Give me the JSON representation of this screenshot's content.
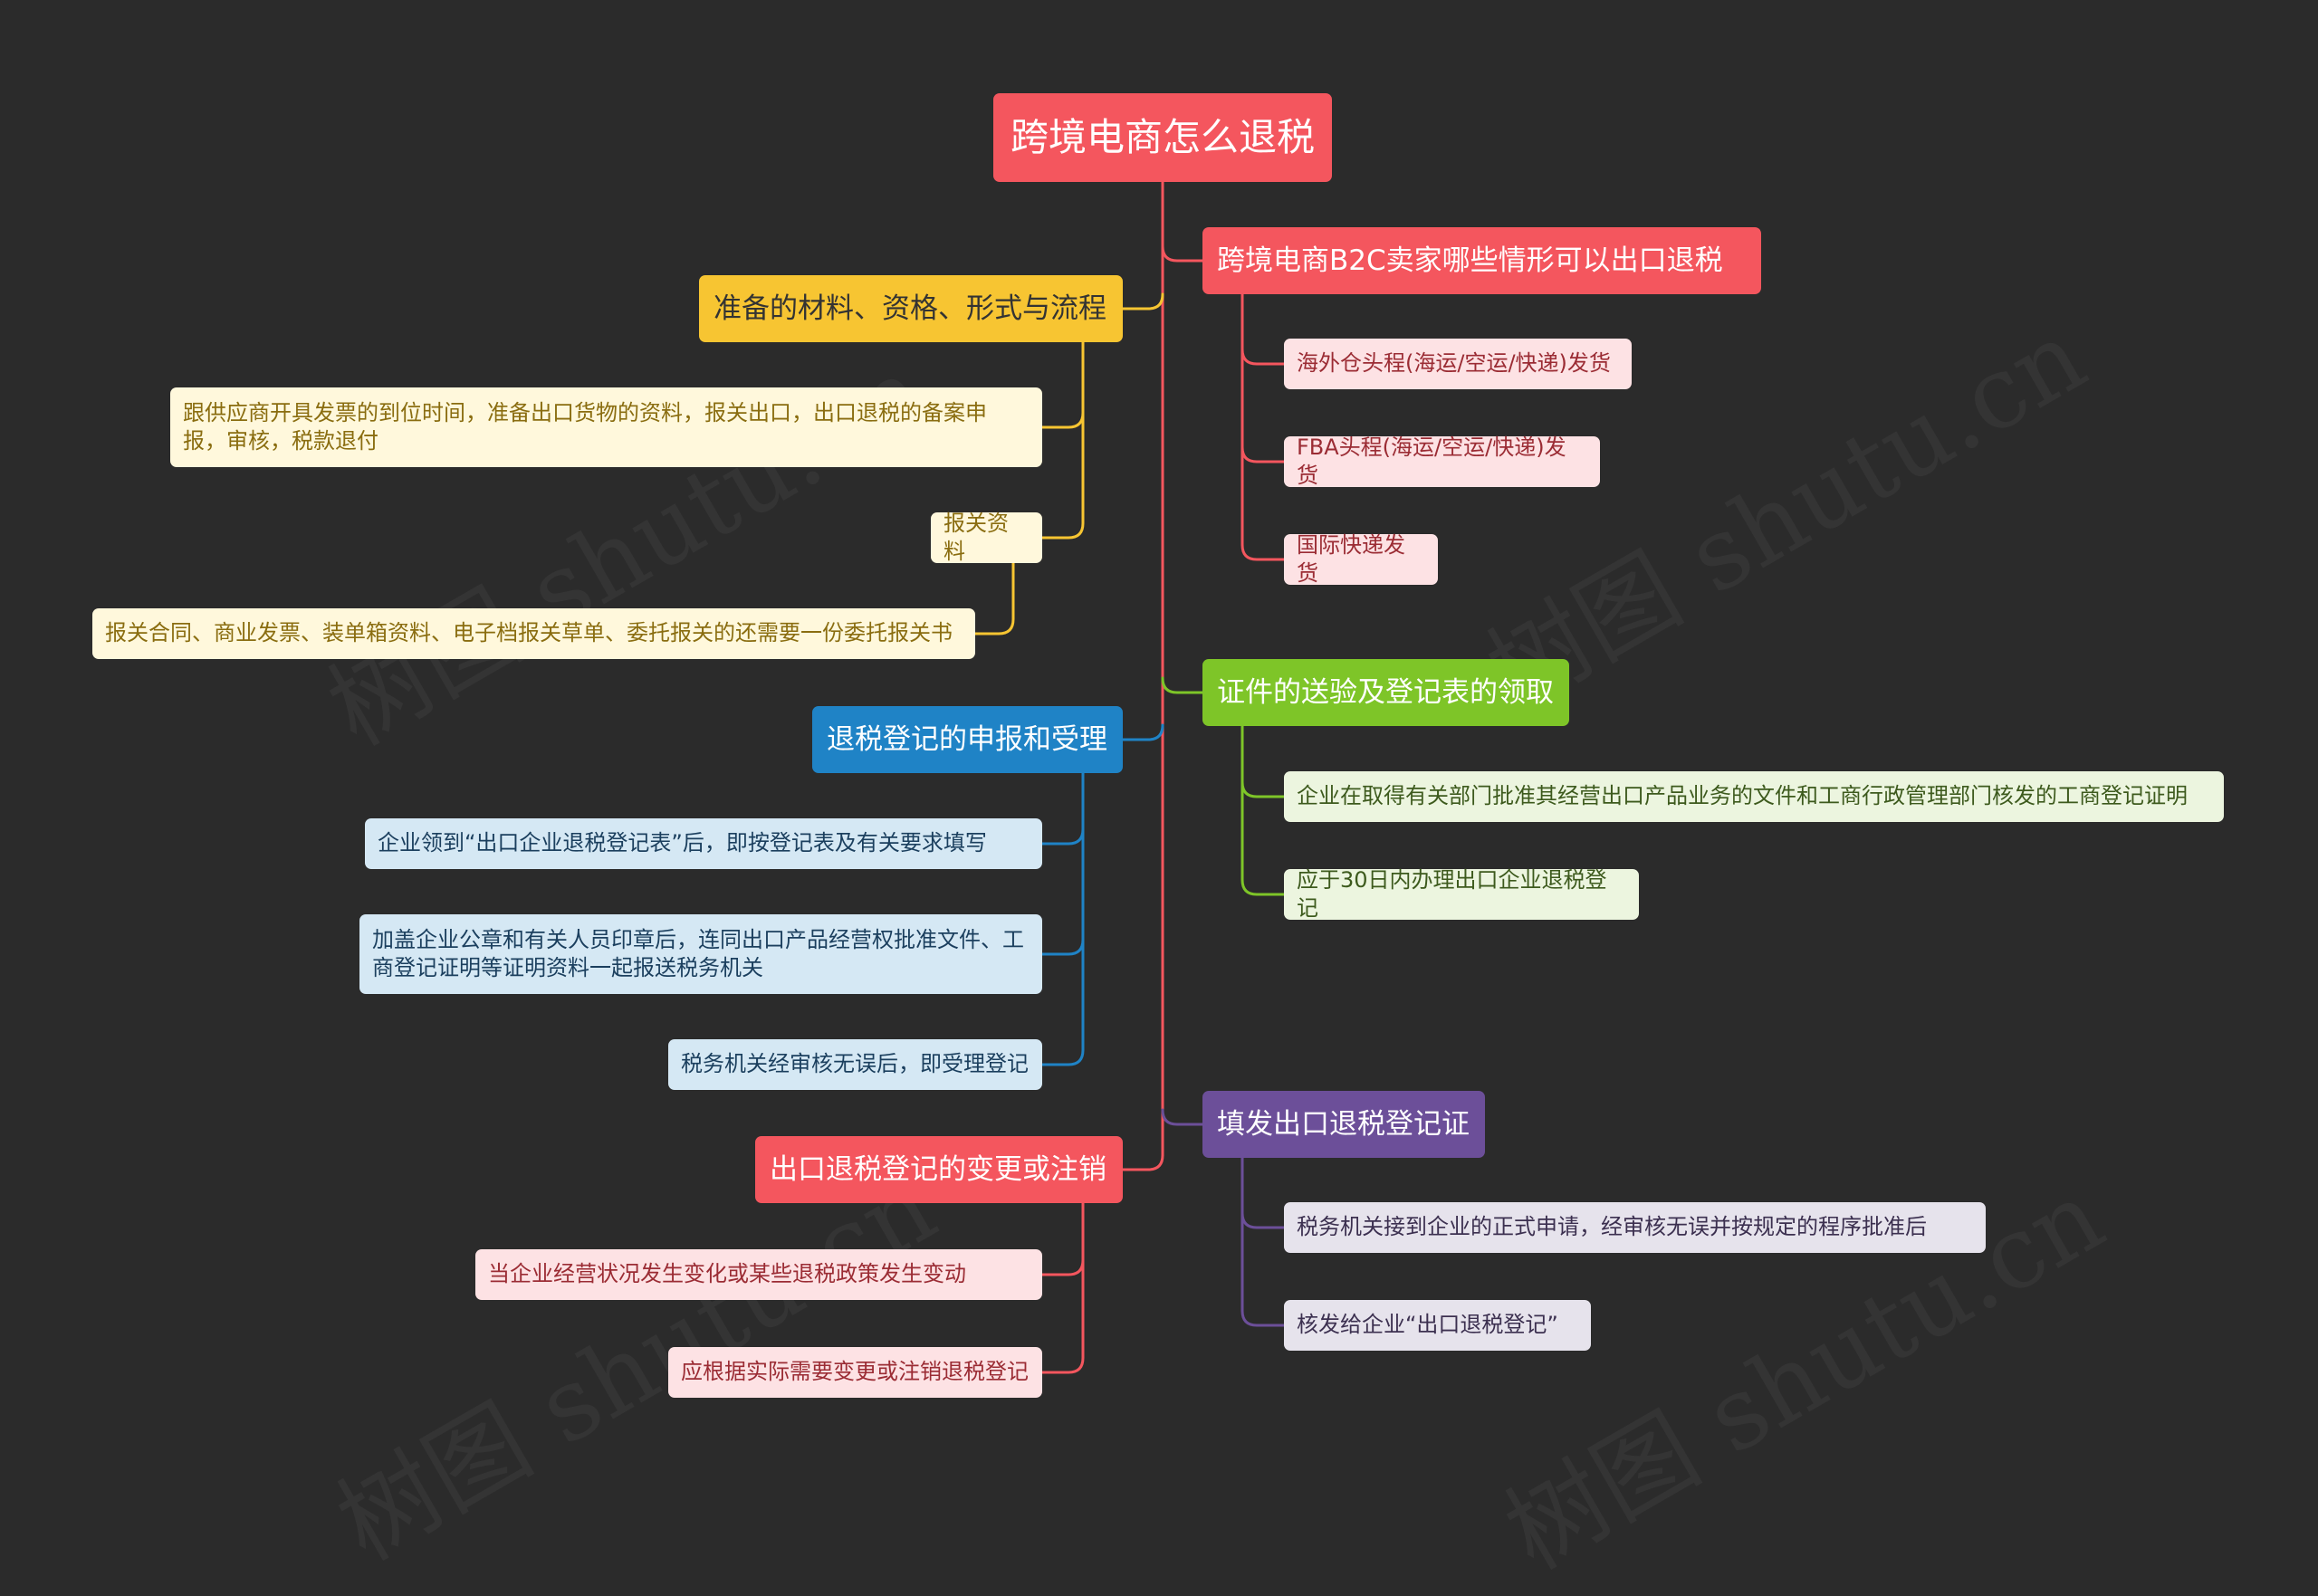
{
  "root": {
    "label": "跨境电商怎么退税"
  },
  "branches": {
    "b2c": {
      "label": "跨境电商B2C卖家哪些情形可以出口退税",
      "items": [
        "海外仓头程(海运/空运/快递)发货",
        "FBA头程(海运/空运/快递)发货",
        "国际快递发货"
      ]
    },
    "prep": {
      "label": "准备的材料、资格、形式与流程",
      "items": [
        "跟供应商开具发票的到位时间，准备出口货物的资料，报关出口，出口退税的备案申报，审核，税款退付"
      ],
      "sub": {
        "label": "报关资料",
        "items": [
          "报关合同、商业发票、装单箱资料、电子档报关草单、委托报关的还需要一份委托报关书"
        ]
      }
    },
    "cert": {
      "label": "证件的送验及登记表的领取",
      "items": [
        "企业在取得有关部门批准其经营出口产品业务的文件和工商行政管理部门核发的工商登记证明",
        "应于30日内办理出口企业退税登记"
      ]
    },
    "apply": {
      "label": "退税登记的申报和受理",
      "items": [
        "企业领到“出口企业退税登记表”后，即按登记表及有关要求填写",
        "加盖企业公章和有关人员印章后，连同出口产品经营权批准文件、工商登记证明等证明资料一起报送税务机关",
        "税务机关经审核无误后，即受理登记"
      ]
    },
    "issue": {
      "label": "填发出口退税登记证",
      "items": [
        "税务机关接到企业的正式申请，经审核无误并按规定的程序批准后",
        "核发给企业“出口退税登记”"
      ]
    },
    "change": {
      "label": "出口退税登记的变更或注销",
      "items": [
        "当企业经营状况发生变化或某些退税政策发生变动",
        "应根据实际需要变更或注销退税登记"
      ]
    }
  },
  "colors": {
    "background": "#2b2b2b",
    "red": "#f4565e",
    "yellow": "#f7c532",
    "blue": "#1f83c6",
    "green": "#7ec528",
    "purple": "#6c4f99"
  }
}
